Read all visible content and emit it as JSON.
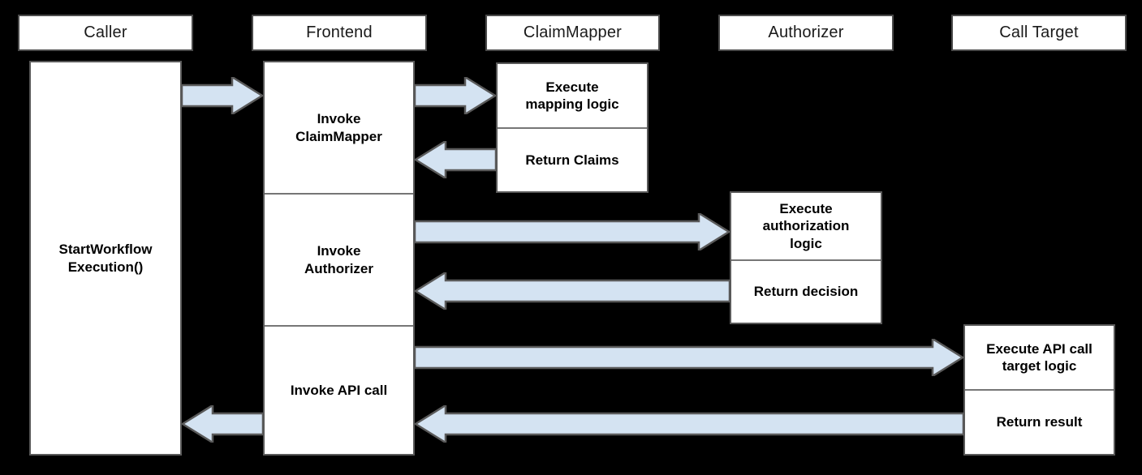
{
  "diagram": {
    "type": "sequence-diagram",
    "background_color": "#000000",
    "arrow_fill_color": "#d4e3f2",
    "arrow_stroke_color": "#5a5a5a",
    "box_fill_color": "#ffffff",
    "box_stroke_color": "#595959",
    "lifelines": [
      {
        "id": "caller",
        "label": "Caller"
      },
      {
        "id": "frontend",
        "label": "Frontend"
      },
      {
        "id": "claimmapper",
        "label": "ClaimMapper"
      },
      {
        "id": "authorizer",
        "label": "Authorizer"
      },
      {
        "id": "calltarget",
        "label": "Call Target"
      }
    ],
    "activations": {
      "caller": [
        "StartWorkflow\nExecution()"
      ],
      "frontend": [
        "Invoke\nClaimMapper",
        "Invoke\nAuthorizer",
        "Invoke API call"
      ],
      "claimmapper": [
        "Execute\nmapping logic",
        "Return Claims"
      ],
      "authorizer": [
        "Execute\nauthorization\nlogic",
        "Return decision"
      ],
      "calltarget": [
        "Execute API call\ntarget logic",
        "Return result"
      ]
    },
    "messages": [
      {
        "id": "m1",
        "from": "caller",
        "to": "frontend",
        "direction": "right",
        "label": ""
      },
      {
        "id": "m2",
        "from": "frontend",
        "to": "claimmapper",
        "direction": "right",
        "label": ""
      },
      {
        "id": "m3",
        "from": "claimmapper",
        "to": "frontend",
        "direction": "left",
        "label": ""
      },
      {
        "id": "m4",
        "from": "frontend",
        "to": "authorizer",
        "direction": "right",
        "label": ""
      },
      {
        "id": "m5",
        "from": "authorizer",
        "to": "frontend",
        "direction": "left",
        "label": ""
      },
      {
        "id": "m6",
        "from": "frontend",
        "to": "calltarget",
        "direction": "right",
        "label": ""
      },
      {
        "id": "m7",
        "from": "calltarget",
        "to": "frontend",
        "direction": "left",
        "label": ""
      },
      {
        "id": "m8",
        "from": "frontend",
        "to": "caller",
        "direction": "left",
        "label": ""
      }
    ]
  }
}
